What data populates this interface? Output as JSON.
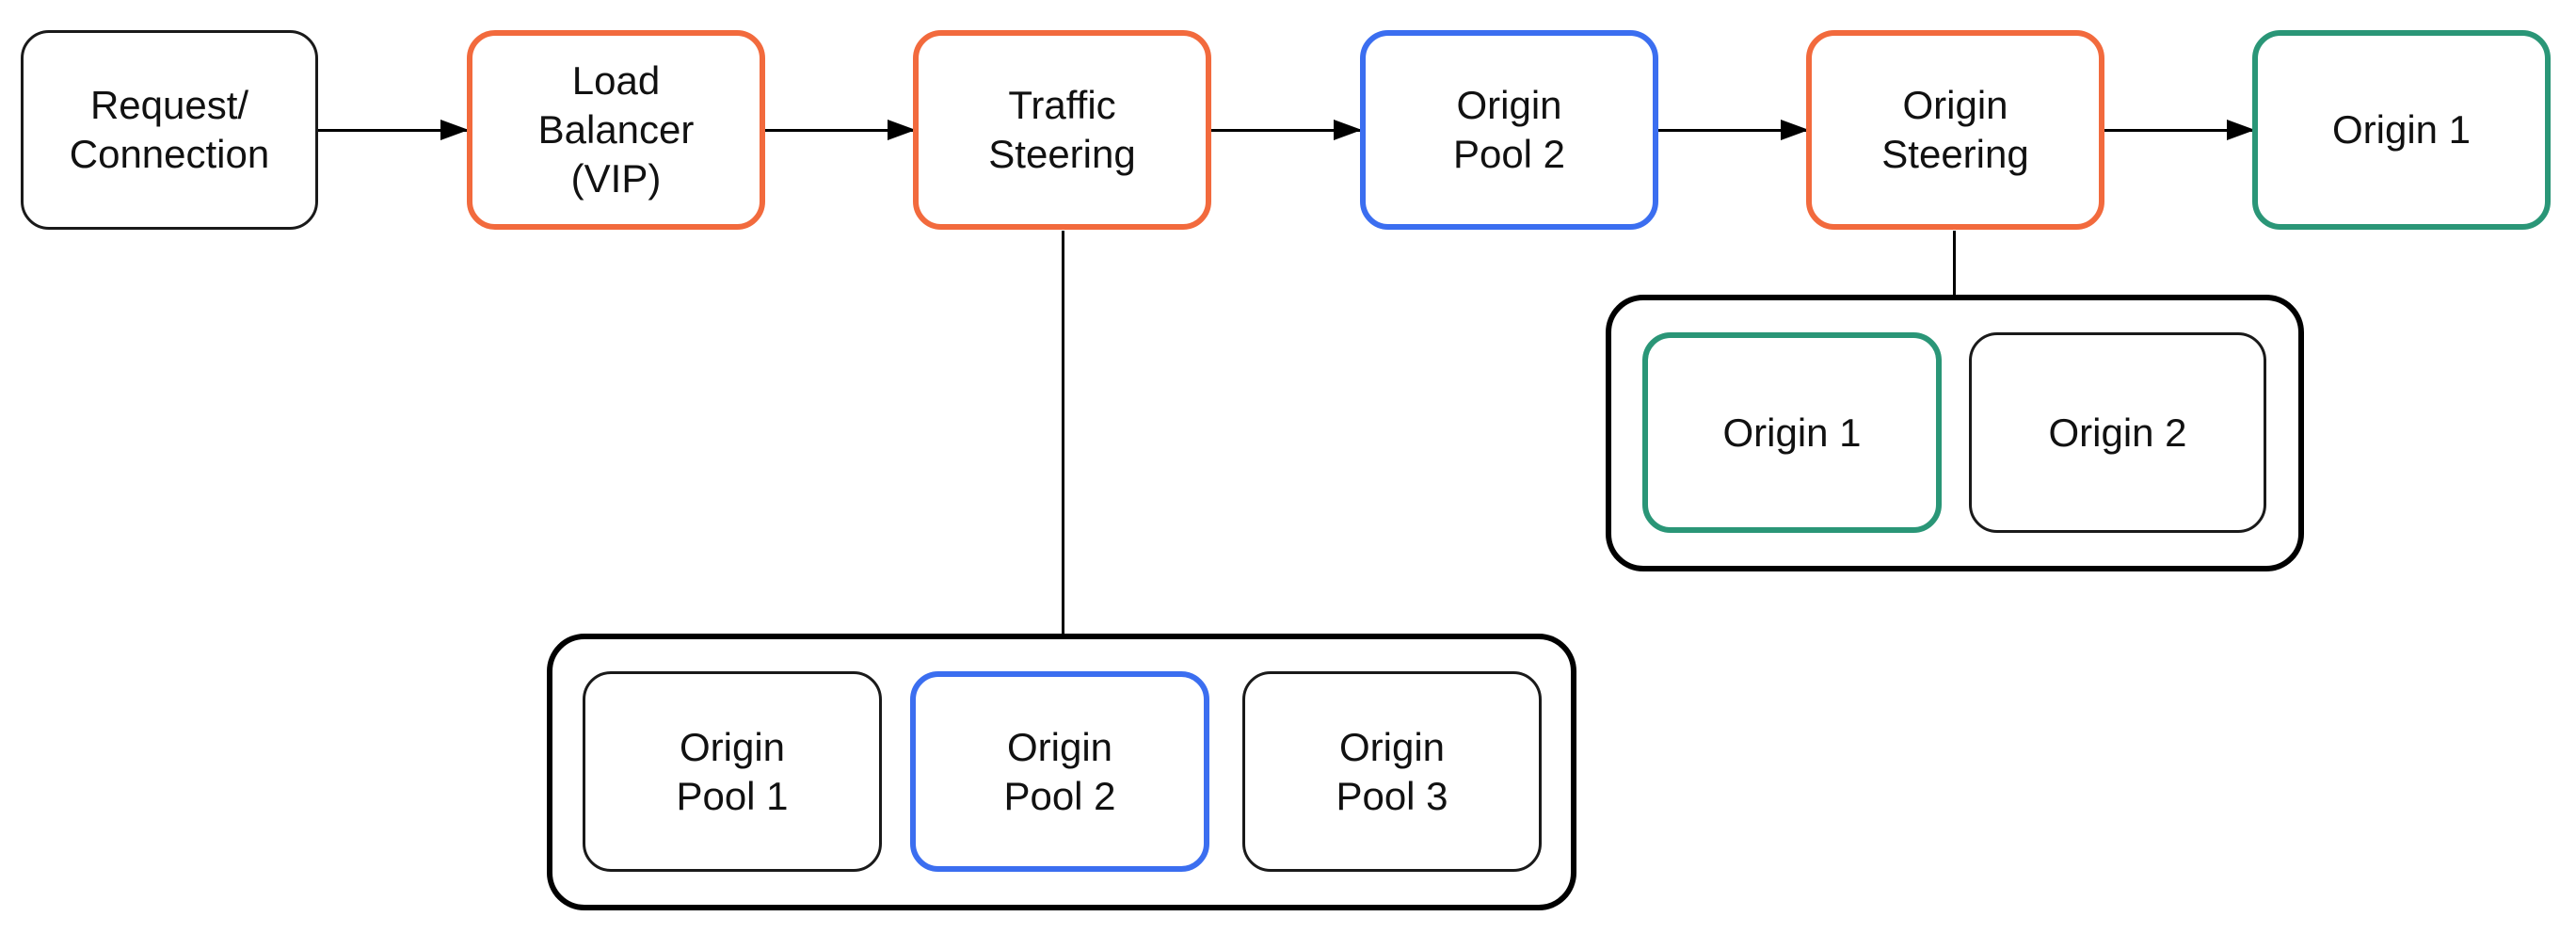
{
  "colors": {
    "orange": "#f26a3d",
    "blue": "#3b6ef0",
    "green": "#2a9677",
    "neutral": "#1a1a1a"
  },
  "flow": {
    "request": "Request/\nConnection",
    "load_balancer": "Load\nBalancer\n(VIP)",
    "traffic_steering": "Traffic\nSteering",
    "origin_pool_2": "Origin\nPool 2",
    "origin_steering": "Origin\nSteering",
    "origin_1": "Origin 1"
  },
  "pool_group": {
    "items": [
      "Origin\nPool 1",
      "Origin\nPool 2",
      "Origin\nPool 3"
    ]
  },
  "origin_group": {
    "items": [
      "Origin 1",
      "Origin 2"
    ]
  }
}
